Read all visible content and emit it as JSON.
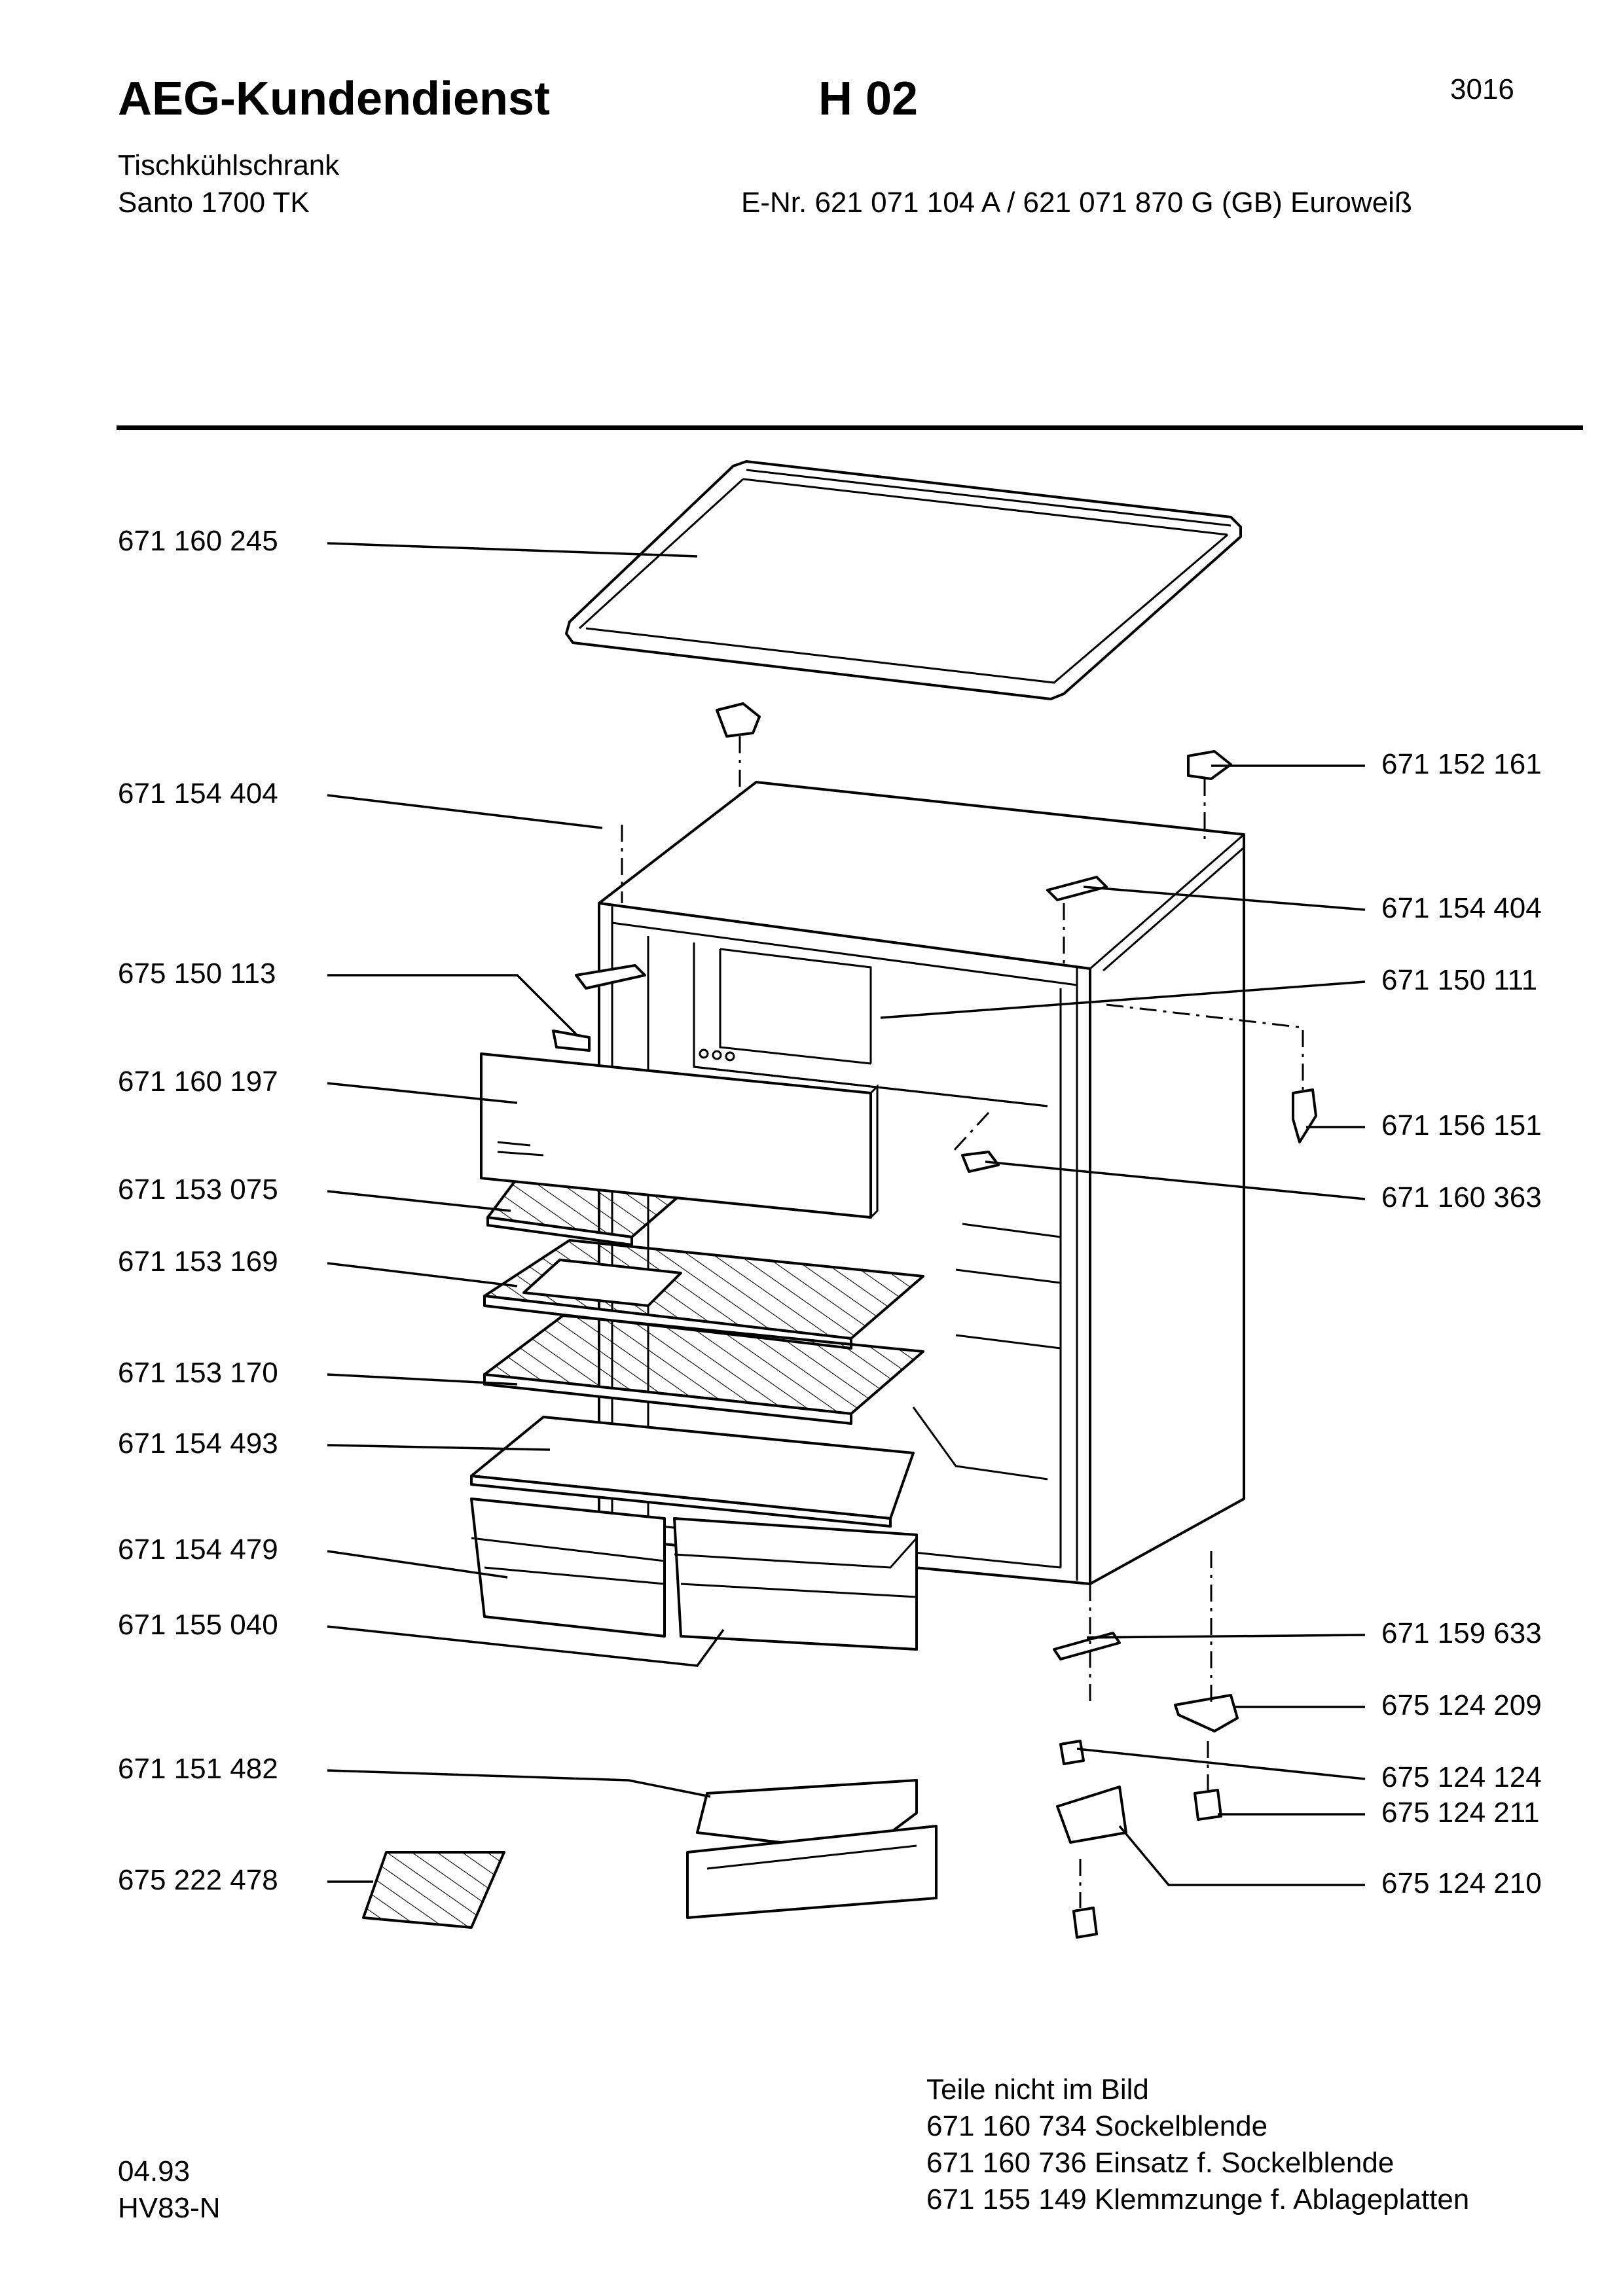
{
  "header": {
    "brand": "AEG-Kundendienst",
    "model_code": "H 02",
    "sheet_number": "3016",
    "product_type": "Tischkühlschrank",
    "model_name": "Santo 1700 TK",
    "enr": "E-Nr. 621 071 104  A /   621 071 870 G  (GB)  Euroweiß"
  },
  "parts_left": [
    "671 160 245",
    "671 154 404",
    "675 150 113",
    "671 160 197",
    "671 153 075",
    "671 153 169",
    "671 153 170",
    "671 154 493",
    "671 154 479",
    "671 155 040",
    "671 151 482",
    "675 222 478"
  ],
  "parts_right": [
    "671 152 161",
    "671 154 404",
    "671 150 111",
    "671 156 151",
    "671 160 363",
    "671 159 633",
    "675 124 209",
    "675 124 124",
    "675 124 211",
    "675 124 210"
  ],
  "notes": {
    "heading": "Teile nicht im Bild",
    "items": [
      "671 160 734 Sockelblende",
      "671 160 736 Einsatz f. Sockelblende",
      "671 155 149 Klemmzunge f. Ablageplatten"
    ]
  },
  "footer": {
    "date": "04.93",
    "code": "HV83-N"
  }
}
